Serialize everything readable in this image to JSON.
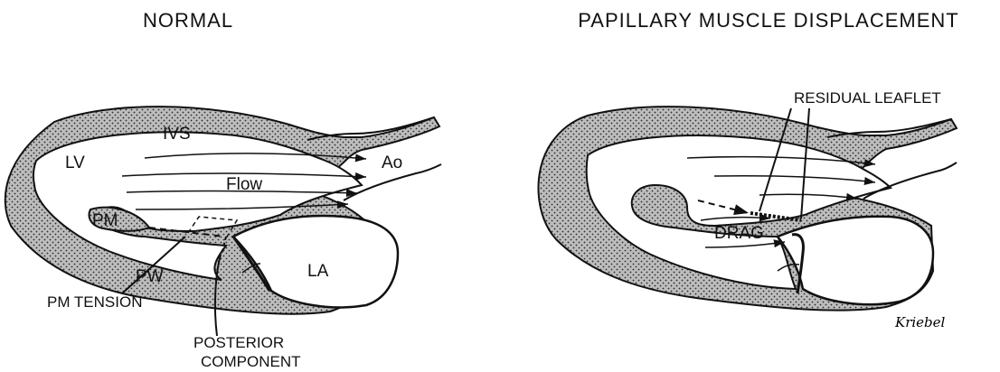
{
  "panels": [
    {
      "title": "NORMAL",
      "labels": {
        "ivs": "IVS",
        "lv": "LV",
        "ao": "Ao",
        "flow": "Flow",
        "pm": "PM",
        "pw": "PW",
        "la": "LA",
        "pm_tension": "PM TENSION",
        "posterior_line1": "POSTERIOR",
        "posterior_line2": "COMPONENT"
      }
    },
    {
      "title": "PAPILLARY MUSCLE DISPLACEMENT",
      "labels": {
        "residual_leaflet": "RESIDUAL LEAFLET",
        "drag": "DRAG",
        "signature": "Kriebel"
      }
    }
  ]
}
